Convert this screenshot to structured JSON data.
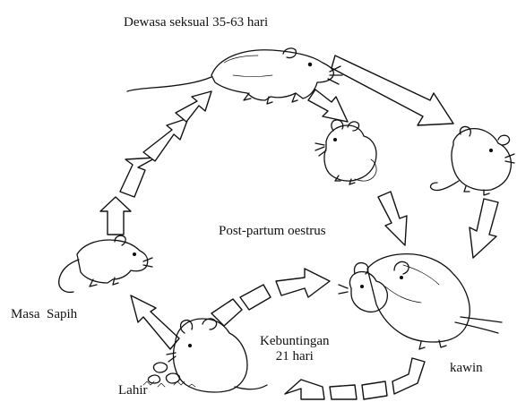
{
  "labels": {
    "sexual_maturity": "Dewasa seksual 35-63 hari",
    "post_partum": "Post-partum oestrus",
    "weaning": "Masa  Sapih",
    "pregnancy_line1": "Kebuntingan",
    "pregnancy_line2": "21 hari",
    "mating": "kawin",
    "birth": "Lahir"
  },
  "colors": {
    "ink": "#111111",
    "arrow_fill": "#ffffff",
    "background": "#ffffff"
  },
  "icons": [
    "rat-adult-icon",
    "rat-young-icon",
    "rat-sitting-icon",
    "rat-mating-pair-icon",
    "rat-mother-with-pups-icon",
    "rat-weanling-icon",
    "cycle-arrow-icon"
  ]
}
